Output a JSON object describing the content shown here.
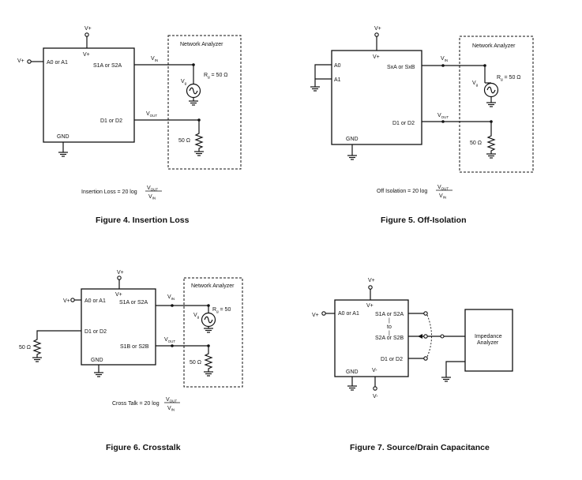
{
  "figures": [
    {
      "caption": "Figure 4. Insertion Loss",
      "labels": {
        "vplus_top": "V+",
        "vplus_inner": "V+",
        "vplus_left": "V+",
        "pin_a": "A0 or A1",
        "pin_s": "S1A or S2A",
        "pin_d": "D1 or D2",
        "gnd": "GND",
        "analyzer": "Network Analyzer",
        "vin": "V",
        "vin_sub": "IN",
        "vout": "V",
        "vout_sub": "OUT",
        "vg": "V",
        "vg_sub": "g",
        "rg": "R",
        "rg_sub": "g",
        "rg_val": " = 50 Ω",
        "load": "50 Ω"
      },
      "equation": {
        "lhs": "Insertion Loss = 20 log",
        "num": "V",
        "num_sub": "OUT",
        "den": "V",
        "den_sub": "IN"
      }
    },
    {
      "caption": "Figure 5. Off-Isolation",
      "labels": {
        "vplus_top": "V+",
        "vplus_inner": "V+",
        "pin_a0": "A0",
        "pin_a1": "A1",
        "pin_s": "SxA or SxB",
        "pin_d": "D1 or D2",
        "gnd": "GND",
        "analyzer": "Network Analyzer",
        "vin": "V",
        "vin_sub": "IN",
        "vout": "V",
        "vout_sub": "OUT",
        "vg": "V",
        "vg_sub": "g",
        "rg": "R",
        "rg_sub": "g",
        "rg_val": " = 50 Ω",
        "load": "50 Ω"
      },
      "equation": {
        "lhs": "Off Isolation = 20 log",
        "num": "V",
        "num_sub": "OUT",
        "den": "V",
        "den_sub": "IN"
      }
    },
    {
      "caption": "Figure 6. Crosstalk",
      "labels": {
        "vplus_top": "V+",
        "vplus_inner": "V+",
        "vplus_left": "V+",
        "pin_a": "A0 or A1",
        "pin_s1": "S1A or S2A",
        "pin_d": "D1 or D2",
        "pin_s2": "S1B or S2B",
        "gnd": "GND",
        "analyzer": "Network Analyzer",
        "vin": "V",
        "vin_sub": "IN",
        "vout": "V",
        "vout_sub": "OUT",
        "vg": "V",
        "vg_sub": "g",
        "rg": "R",
        "rg_sub": "g",
        "rg_val": " = 50",
        "load": "50 Ω",
        "load_left": "50 Ω"
      },
      "equation": {
        "lhs": "Cross Talk = 20 log",
        "num": "V",
        "num_sub": "OUT",
        "den": "V",
        "den_sub": "IN"
      }
    },
    {
      "caption": "Figure 7. Source/Drain Capacitance",
      "labels": {
        "vplus_top": "V+",
        "vplus_inner": "V+",
        "vplus_left": "V+",
        "pin_a": "A0 or A1",
        "pin_s1": "S1A or S2A",
        "bar1": "|",
        "to": "to",
        "bar2": "|",
        "pin_s2": "S2A or S2B",
        "pin_d": "D1 or D2",
        "gnd": "GND",
        "vminus_inner": "V-",
        "vminus_bottom": "V-",
        "analyzer_1": "Impedance",
        "analyzer_2": "Analyzer"
      }
    }
  ]
}
